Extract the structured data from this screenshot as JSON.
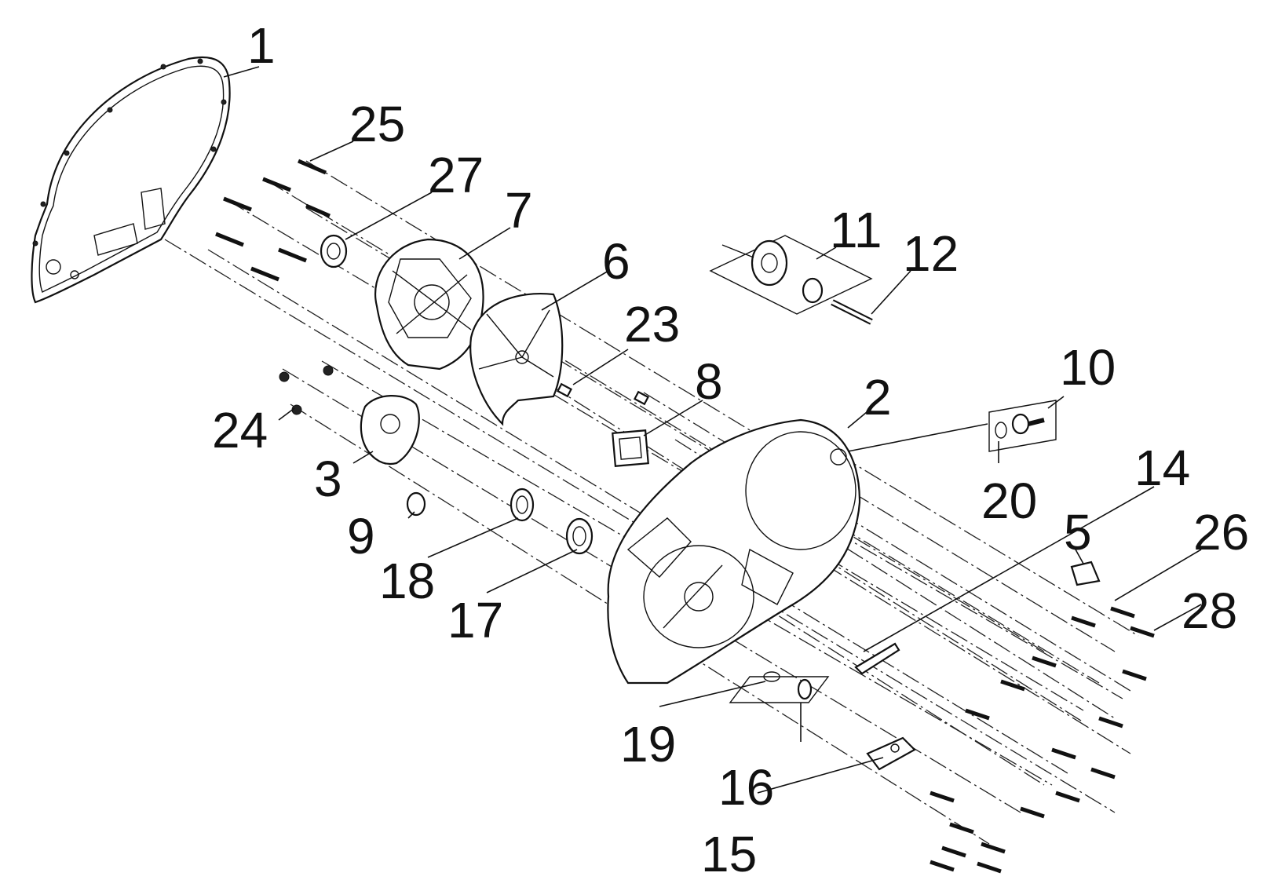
{
  "diagram": {
    "type": "exploded-parts-view",
    "callouts": [
      {
        "id": "c1",
        "label": "1"
      },
      {
        "id": "c25",
        "label": "25"
      },
      {
        "id": "c27",
        "label": "27"
      },
      {
        "id": "c7",
        "label": "7"
      },
      {
        "id": "c11",
        "label": "11"
      },
      {
        "id": "c12",
        "label": "12"
      },
      {
        "id": "c6",
        "label": "6"
      },
      {
        "id": "c23",
        "label": "23"
      },
      {
        "id": "c8",
        "label": "8"
      },
      {
        "id": "c2",
        "label": "2"
      },
      {
        "id": "c10",
        "label": "10"
      },
      {
        "id": "c24",
        "label": "24"
      },
      {
        "id": "c3",
        "label": "3"
      },
      {
        "id": "c20",
        "label": "20"
      },
      {
        "id": "c14",
        "label": "14"
      },
      {
        "id": "c9",
        "label": "9"
      },
      {
        "id": "c18",
        "label": "18"
      },
      {
        "id": "c5",
        "label": "5"
      },
      {
        "id": "c26",
        "label": "26"
      },
      {
        "id": "c17",
        "label": "17"
      },
      {
        "id": "c28",
        "label": "28"
      },
      {
        "id": "c19",
        "label": "19"
      },
      {
        "id": "c16",
        "label": "16"
      },
      {
        "id": "c15",
        "label": "15"
      }
    ]
  }
}
